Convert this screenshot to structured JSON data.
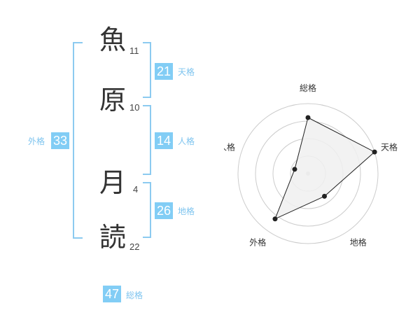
{
  "name_chars": [
    {
      "char": "魚",
      "strokes": "11"
    },
    {
      "char": "原",
      "strokes": "10"
    },
    {
      "char": "月",
      "strokes": "4"
    },
    {
      "char": "読",
      "strokes": "22"
    }
  ],
  "kaku": {
    "tenkaku": {
      "value": "21",
      "label": "天格"
    },
    "jinkaku": {
      "value": "14",
      "label": "人格"
    },
    "chikaku": {
      "value": "26",
      "label": "地格"
    },
    "gaikaku": {
      "value": "33",
      "label": "外格"
    },
    "soukaku": {
      "value": "47",
      "label": "総格"
    }
  },
  "radar": {
    "axis_labels": [
      "総格",
      "天格",
      "地格",
      "外格",
      "人格"
    ],
    "levels": 4,
    "max": 5,
    "values": [
      4,
      5,
      2,
      4,
      1
    ],
    "line_color": "#222222",
    "fill_color": "#f0f0f0",
    "grid_color": "#cccccc"
  },
  "colors": {
    "accent": "#82cdf5",
    "bracket": "#8ccaf0",
    "label": "#7ec4ef"
  }
}
